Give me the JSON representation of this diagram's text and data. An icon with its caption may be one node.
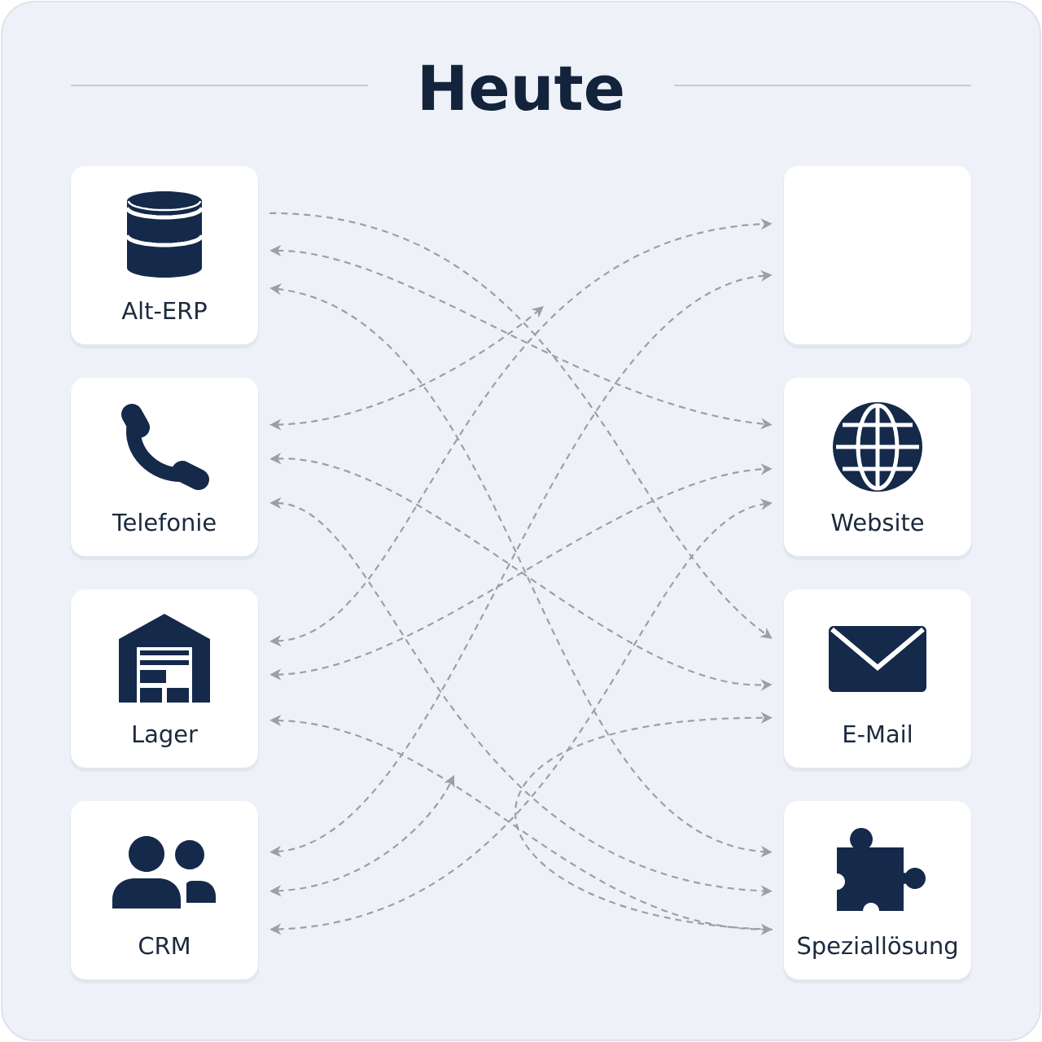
{
  "diagram": {
    "title": "Heute",
    "nodes": [
      {
        "text": [
          "Alt-ERP"
        ]
      },
      {
        "text": [],
        "shape": "box"
      },
      {
        "text": [
          "Telefonie"
        ]
      },
      {
        "text": [
          "Website"
        ]
      },
      {
        "text": [
          "Lager"
        ]
      },
      {
        "text": [
          "E-Mail"
        ]
      },
      {
        "text": [
          "CRM"
        ]
      },
      {
        "text": [
          "Speziallösung"
        ]
      }
    ],
    "edges": [
      {
        "from": 0,
        "to": 5,
        "arrow": "to",
        "style": "dashed"
      },
      {
        "from": 0,
        "to": 3,
        "arrow": "both",
        "style": "dashed"
      },
      {
        "from": 0,
        "to": 7,
        "arrow": "both",
        "style": "dashed"
      },
      {
        "from": 2,
        "to": null,
        "arrow": "both",
        "style": "dashed"
      },
      {
        "from": 2,
        "to": 5,
        "arrow": "both",
        "style": "dashed"
      },
      {
        "from": 2,
        "to": 7,
        "arrow": "both",
        "style": "dashed"
      },
      {
        "from": 4,
        "to": 1,
        "arrow": "both",
        "style": "dashed"
      },
      {
        "from": 4,
        "to": 3,
        "arrow": "both",
        "style": "dashed"
      },
      {
        "from": 4,
        "to": 7,
        "arrow": "both",
        "style": "dashed"
      },
      {
        "from": 6,
        "to": 1,
        "arrow": "both",
        "style": "dashed"
      },
      {
        "from": 6,
        "to": null,
        "arrow": "both",
        "style": "dashed"
      },
      {
        "from": 6,
        "to": 3,
        "arrow": "both",
        "style": "dashed"
      },
      {
        "from": 7,
        "to": 5,
        "arrow": "to",
        "style": "dashed"
      }
    ]
  }
}
